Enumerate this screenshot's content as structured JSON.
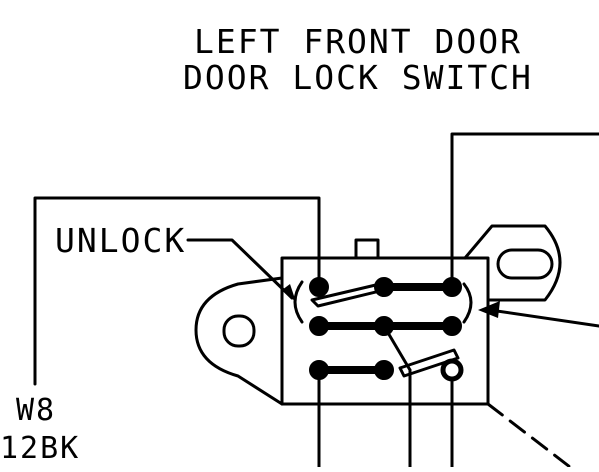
{
  "title": {
    "line1": "LEFT FRONT DOOR",
    "line2": "DOOR LOCK SWITCH"
  },
  "labels": {
    "unlock": "UNLOCK"
  },
  "wire": {
    "circuit": "W8",
    "color_gauge": "12BK"
  },
  "colors": {
    "ink": "#000000",
    "paper": "#ffffff"
  }
}
